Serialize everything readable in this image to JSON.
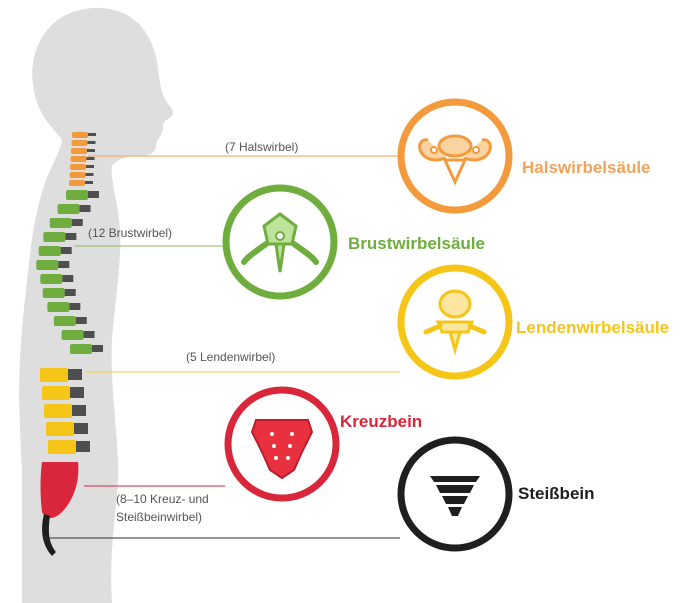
{
  "colors": {
    "hals": "#f39a3c",
    "brust": "#6fae3e",
    "lenden": "#f5c518",
    "kreuz": "#d9263a",
    "steiss": "#1f1f1f",
    "silhouette": "#dcdcdc"
  },
  "regions": {
    "hals": {
      "title": "Halswirbelsäule",
      "count": "(7 Halswirbel)",
      "icon": "cervical-vertebra-icon"
    },
    "brust": {
      "title": "Brustwirbelsäule",
      "count": "(12 Brustwirbel)",
      "icon": "thoracic-vertebra-icon"
    },
    "lenden": {
      "title": "Lendenwirbelsäule",
      "count": "(5 Lendenwirbel)",
      "icon": "lumbar-vertebra-icon"
    },
    "kreuz": {
      "title": "Kreuzbein",
      "count_line1": "(8–10 Kreuz- und",
      "count_line2": "Steißbeinwirbel)",
      "icon": "sacrum-icon"
    },
    "steiss": {
      "title": "Steißbein",
      "icon": "coccyx-icon"
    }
  }
}
